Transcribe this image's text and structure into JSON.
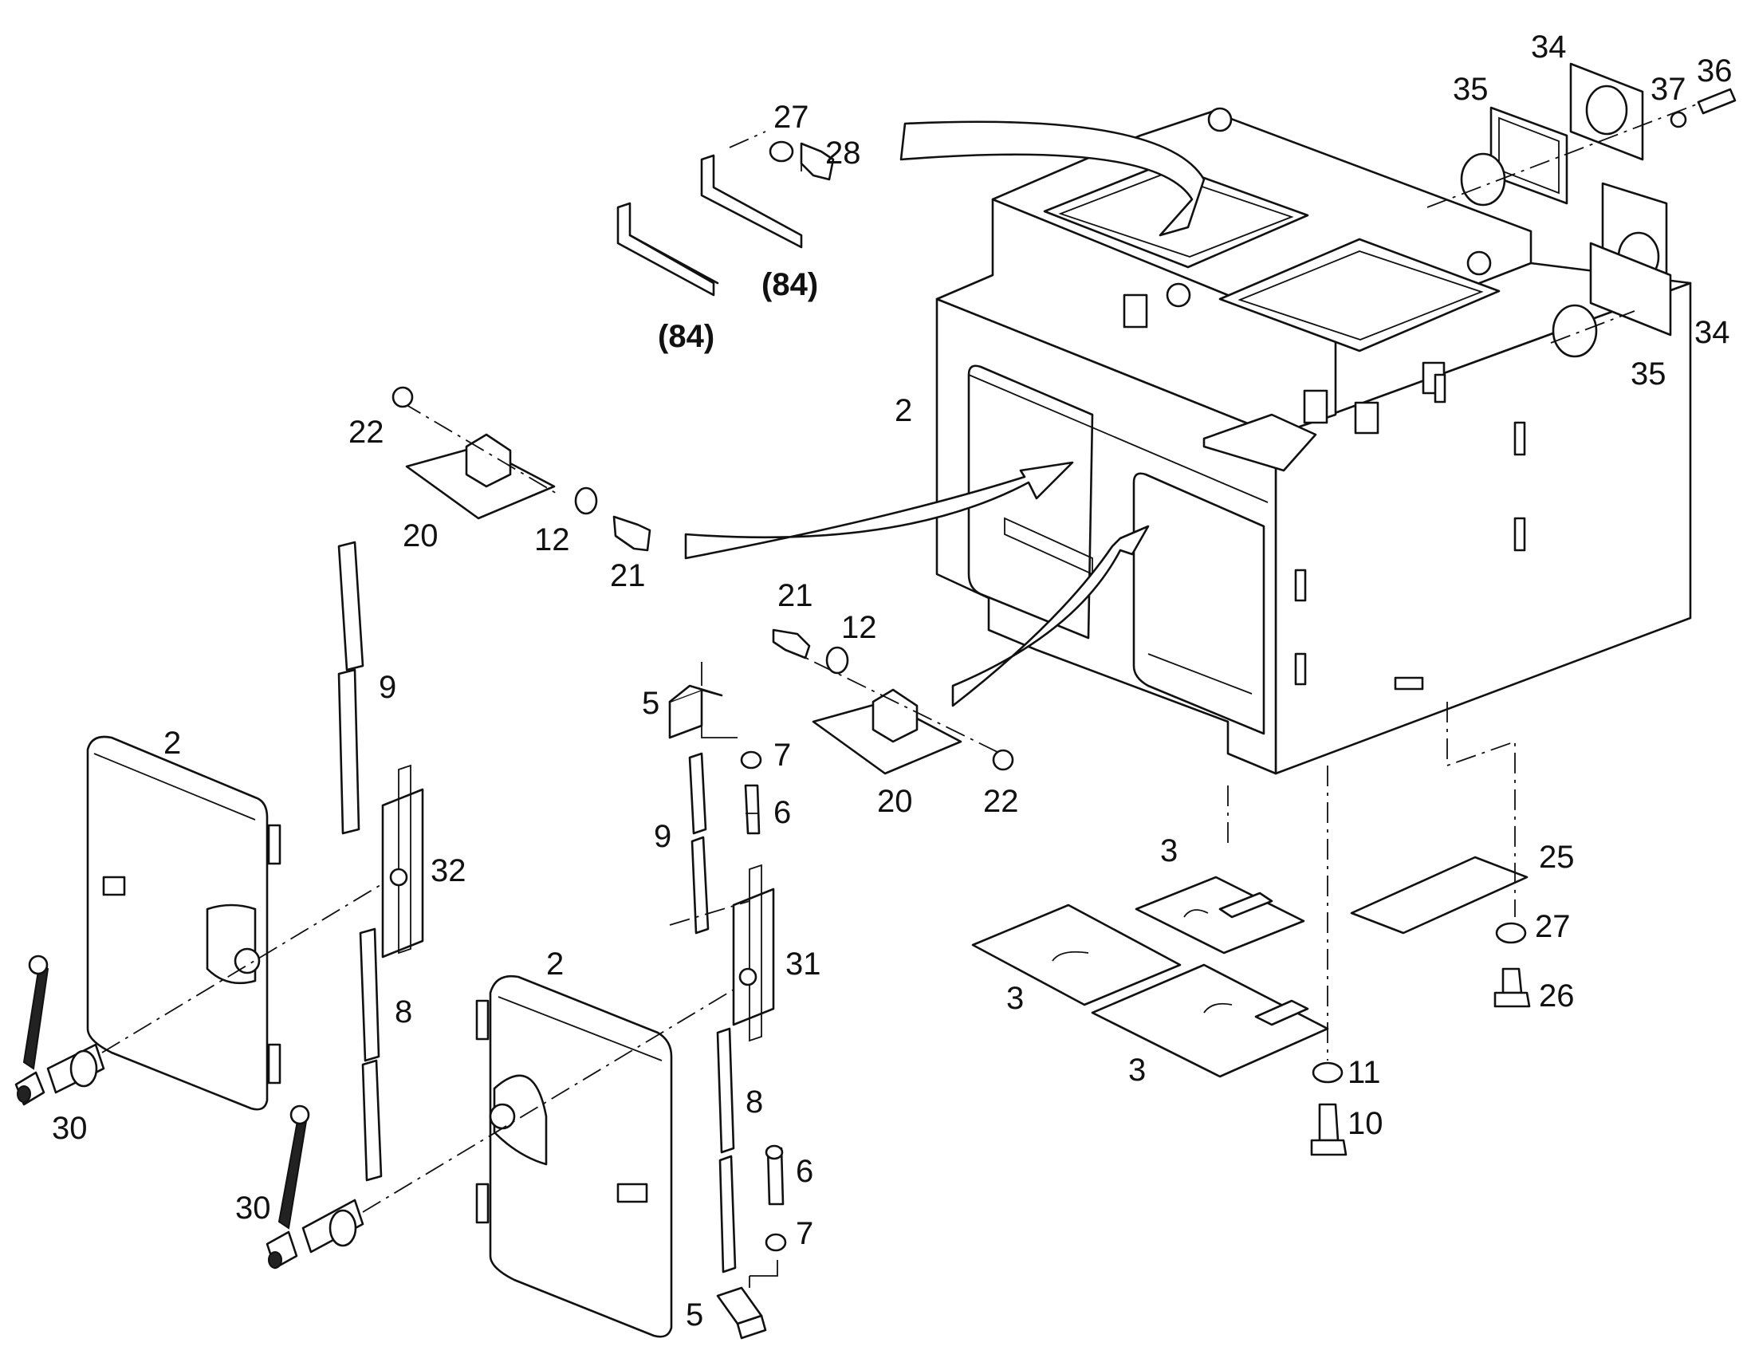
{
  "labels": [
    {
      "id": "l34a",
      "text": "34"
    },
    {
      "id": "l36",
      "text": "36"
    },
    {
      "id": "l35a",
      "text": "35"
    },
    {
      "id": "l37",
      "text": "37"
    },
    {
      "id": "l27a",
      "text": "27"
    },
    {
      "id": "l28",
      "text": "28"
    },
    {
      "id": "l84a",
      "text": "(84)"
    },
    {
      "id": "l84b",
      "text": "(84)"
    },
    {
      "id": "l34b",
      "text": "34"
    },
    {
      "id": "l35b",
      "text": "35"
    },
    {
      "id": "l2a",
      "text": "2"
    },
    {
      "id": "l22a",
      "text": "22"
    },
    {
      "id": "l20a",
      "text": "20"
    },
    {
      "id": "l12a",
      "text": "12"
    },
    {
      "id": "l21a",
      "text": "21"
    },
    {
      "id": "l21b",
      "text": "21"
    },
    {
      "id": "l12b",
      "text": "12"
    },
    {
      "id": "l9a",
      "text": "9"
    },
    {
      "id": "l5a",
      "text": "5"
    },
    {
      "id": "l7a",
      "text": "7"
    },
    {
      "id": "l6a",
      "text": "6"
    },
    {
      "id": "l20b",
      "text": "20"
    },
    {
      "id": "l22b",
      "text": "22"
    },
    {
      "id": "l2b",
      "text": "2"
    },
    {
      "id": "l9b",
      "text": "9"
    },
    {
      "id": "l32",
      "text": "32"
    },
    {
      "id": "l3a",
      "text": "3"
    },
    {
      "id": "l25",
      "text": "25"
    },
    {
      "id": "l27b",
      "text": "27"
    },
    {
      "id": "l31",
      "text": "31"
    },
    {
      "id": "l2c",
      "text": "2"
    },
    {
      "id": "l8a",
      "text": "8"
    },
    {
      "id": "l3b",
      "text": "3"
    },
    {
      "id": "l26",
      "text": "26"
    },
    {
      "id": "l3c",
      "text": "3"
    },
    {
      "id": "l11",
      "text": "11"
    },
    {
      "id": "l8b",
      "text": "8"
    },
    {
      "id": "l10",
      "text": "10"
    },
    {
      "id": "l30a",
      "text": "30"
    },
    {
      "id": "l6b",
      "text": "6"
    },
    {
      "id": "l30b",
      "text": "30"
    },
    {
      "id": "l7b",
      "text": "7"
    },
    {
      "id": "l5b",
      "text": "5"
    }
  ]
}
